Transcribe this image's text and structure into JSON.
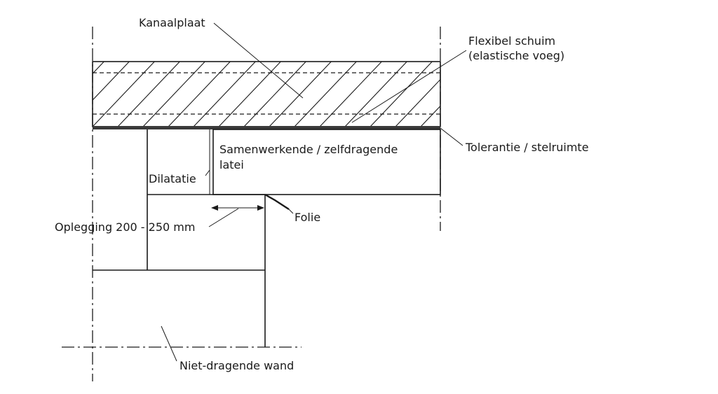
{
  "labels": {
    "kanaalplaat": "Kanaalplaat",
    "flexibel_line1": "Flexibel schuim",
    "flexibel_line2": "(elastische voeg)",
    "tolerantie": "Tolerantie / stelruimte",
    "latei_line1": "Samenwerkende / zelfdragende",
    "latei_line2": "latei",
    "dilatatie": "Dilatatie",
    "folie": "Folie",
    "oplegging": "Oplegging 200 - 250 mm",
    "niet_dragende_wand": "Niet-dragende wand"
  },
  "colors": {
    "fill_grey": "#c8c8c8",
    "line": "#1a1a1a",
    "background": "#ffffff"
  }
}
